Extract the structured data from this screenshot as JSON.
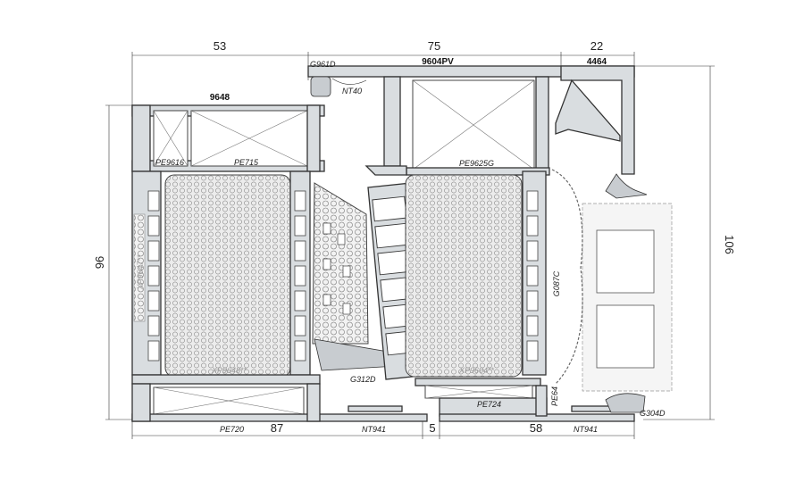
{
  "dimensions": {
    "top_53": "53",
    "top_75": "75",
    "top_22": "22",
    "bottom_87": "87",
    "bottom_5": "5",
    "bottom_58": "58",
    "left_96": "96",
    "right_106": "106"
  },
  "profiles": {
    "p9648": "9648",
    "p9604PV": "9604PV",
    "p4464": "4464"
  },
  "codes": {
    "G961D": "G961D",
    "NT40": "NT40",
    "PE9616": "PE9616",
    "PE715": "PE715",
    "PE9625G": "PE9625G",
    "XP9647": "XP9647**",
    "XP9648": "XP9648**",
    "XP9604": "XP9604**",
    "G312D": "G312D",
    "G087C": "G087C",
    "PE64": "PE64",
    "G304D": "G304D",
    "PE724": "PE724",
    "PE720": "PE720",
    "NT941a": "NT941",
    "NT941b": "NT941"
  }
}
